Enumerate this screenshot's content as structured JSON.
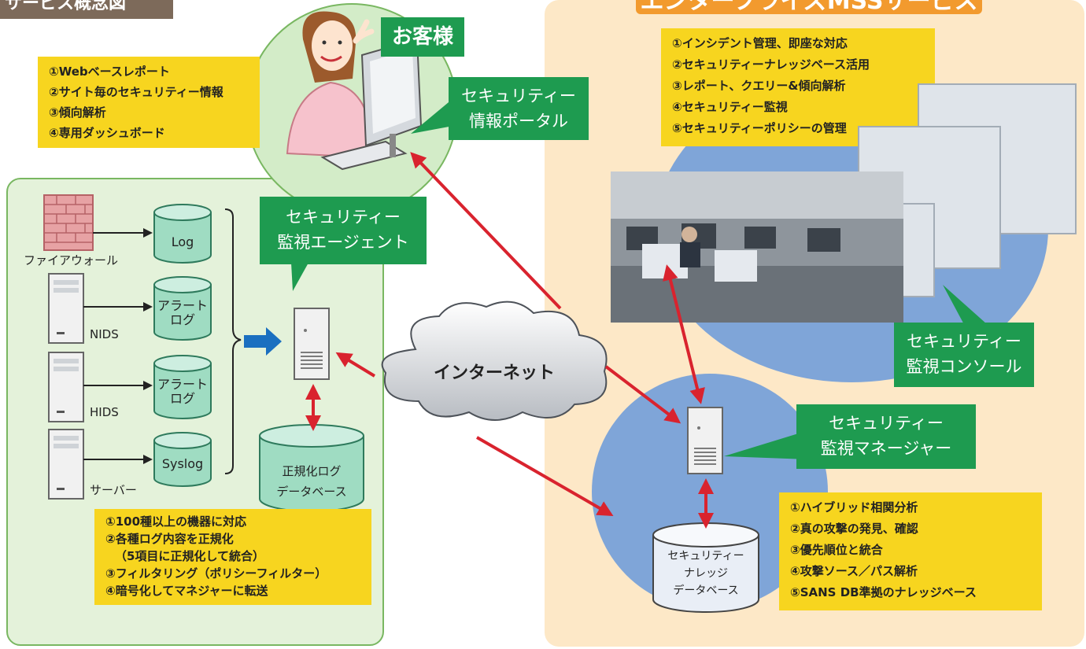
{
  "header": {
    "title": "サービス概念図",
    "provider": "エンタープライズMSSサービス"
  },
  "customer": {
    "label": "お客様",
    "portal_label": [
      "セキュリティー",
      "情報ポータル"
    ],
    "features": [
      "①Webベースレポート",
      "②サイト毎のセキュリティー情報",
      "③傾向解析",
      "④専用ダッシュボード"
    ]
  },
  "site": {
    "devices": [
      {
        "name": "ファイアウォール",
        "log": "Log"
      },
      {
        "name": "NIDS",
        "log": "アラート\nログ"
      },
      {
        "name": "HIDS",
        "log": "アラート\nログ"
      },
      {
        "name": "サーバー",
        "log": "Syslog"
      }
    ],
    "agent_label": [
      "セキュリティー",
      "監視エージェント"
    ],
    "normalized_db": [
      "正規化ログ",
      "データベース"
    ],
    "agent_features": [
      "①100種以上の機器に対応",
      "②各種ログ内容を正規化",
      "（5項目に正規化して統合）",
      "③フィルタリング（ポリシーフィルター）",
      "④暗号化してマネジャーに転送"
    ]
  },
  "internet": {
    "label": "インターネット"
  },
  "soc": {
    "console_features": [
      "①インシデント管理、即座な対応",
      "②セキュリティーナレッジベース活用",
      "③レポート、クエリー&傾向解析",
      "④セキュリティー監視",
      "⑤セキュリティーポリシーの管理"
    ],
    "console_label": [
      "セキュリティー",
      "監視コンソール"
    ],
    "manager_label": [
      "セキュリティー",
      "監視マネージャー"
    ],
    "knowledge_db": [
      "セキュリティー",
      "ナレッジ",
      "データベース"
    ],
    "manager_features": [
      "①ハイブリッド相関分析",
      "②真の攻撃の発見、確認",
      "③優先順位と統合",
      "④攻撃ソース／パス解析",
      "⑤SANS DB準拠のナレッジベース"
    ]
  },
  "colors": {
    "green_label": "#1e9b50",
    "note_yellow": "#f7d51f",
    "arrow_red": "#d9232e",
    "circle_blue": "#7fa5d8",
    "panel_green": "#e4f2da",
    "panel_orange": "#fde8c7"
  }
}
